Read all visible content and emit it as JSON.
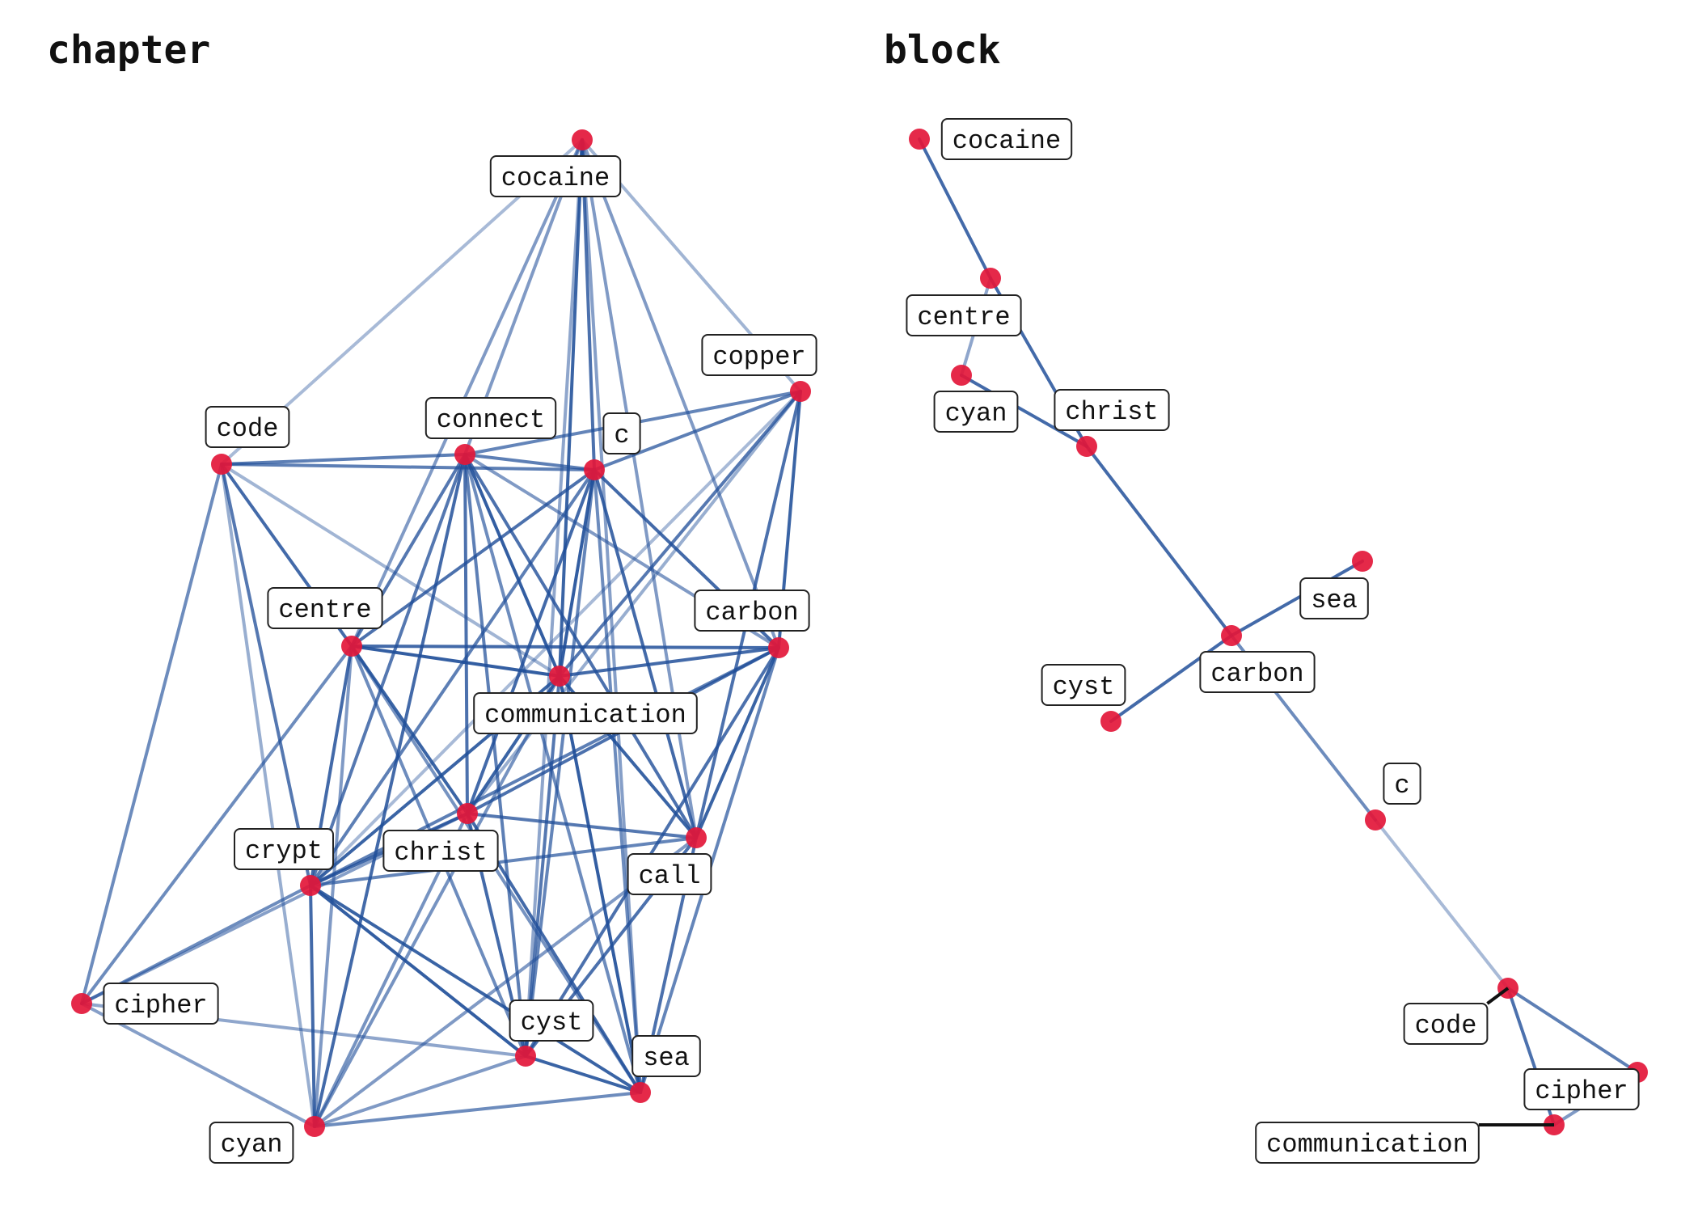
{
  "panels": [
    {
      "title": "chapter",
      "nodes": [
        {
          "id": "cocaine",
          "label": "cocaine"
        },
        {
          "id": "copper",
          "label": "copper"
        },
        {
          "id": "code",
          "label": "code"
        },
        {
          "id": "connect",
          "label": "connect"
        },
        {
          "id": "c",
          "label": "c"
        },
        {
          "id": "centre",
          "label": "centre"
        },
        {
          "id": "carbon",
          "label": "carbon"
        },
        {
          "id": "communication",
          "label": "communication"
        },
        {
          "id": "christ",
          "label": "christ"
        },
        {
          "id": "crypt",
          "label": "crypt"
        },
        {
          "id": "call",
          "label": "call"
        },
        {
          "id": "cipher",
          "label": "cipher"
        },
        {
          "id": "cyst",
          "label": "cyst"
        },
        {
          "id": "sea",
          "label": "sea"
        },
        {
          "id": "cyan",
          "label": "cyan"
        }
      ],
      "edges": [
        {
          "source": "cocaine",
          "target": "code",
          "weight": 0.25
        },
        {
          "source": "cocaine",
          "target": "connect",
          "weight": 0.5
        },
        {
          "source": "cocaine",
          "target": "communication",
          "weight": 0.9
        },
        {
          "source": "cocaine",
          "target": "centre",
          "weight": 0.5
        },
        {
          "source": "cocaine",
          "target": "c",
          "weight": 0.8
        },
        {
          "source": "cocaine",
          "target": "copper",
          "weight": 0.3
        },
        {
          "source": "cocaine",
          "target": "carbon",
          "weight": 0.5
        },
        {
          "source": "cocaine",
          "target": "cyst",
          "weight": 0.4
        },
        {
          "source": "cocaine",
          "target": "sea",
          "weight": 0.45
        },
        {
          "source": "cocaine",
          "target": "call",
          "weight": 0.5
        },
        {
          "source": "code",
          "target": "connect",
          "weight": 0.7
        },
        {
          "source": "code",
          "target": "c",
          "weight": 0.7
        },
        {
          "source": "code",
          "target": "centre",
          "weight": 0.85
        },
        {
          "source": "code",
          "target": "crypt",
          "weight": 0.75
        },
        {
          "source": "code",
          "target": "cipher",
          "weight": 0.6
        },
        {
          "source": "code",
          "target": "communication",
          "weight": 0.3
        },
        {
          "source": "code",
          "target": "cyan",
          "weight": 0.35
        },
        {
          "source": "connect",
          "target": "c",
          "weight": 0.7
        },
        {
          "source": "connect",
          "target": "centre",
          "weight": 0.75
        },
        {
          "source": "connect",
          "target": "communication",
          "weight": 0.95
        },
        {
          "source": "connect",
          "target": "christ",
          "weight": 0.8
        },
        {
          "source": "connect",
          "target": "crypt",
          "weight": 0.75
        },
        {
          "source": "connect",
          "target": "carbon",
          "weight": 0.5
        },
        {
          "source": "connect",
          "target": "cyst",
          "weight": 0.7
        },
        {
          "source": "connect",
          "target": "sea",
          "weight": 0.6
        },
        {
          "source": "connect",
          "target": "call",
          "weight": 0.8
        },
        {
          "source": "connect",
          "target": "cyan",
          "weight": 0.85
        },
        {
          "source": "connect",
          "target": "copper",
          "weight": 0.65
        },
        {
          "source": "c",
          "target": "copper",
          "weight": 0.7
        },
        {
          "source": "c",
          "target": "centre",
          "weight": 0.8
        },
        {
          "source": "c",
          "target": "communication",
          "weight": 0.95
        },
        {
          "source": "c",
          "target": "carbon",
          "weight": 0.85
        },
        {
          "source": "c",
          "target": "christ",
          "weight": 0.85
        },
        {
          "source": "c",
          "target": "call",
          "weight": 0.85
        },
        {
          "source": "c",
          "target": "cyst",
          "weight": 0.65
        },
        {
          "source": "c",
          "target": "sea",
          "weight": 0.6
        },
        {
          "source": "c",
          "target": "crypt",
          "weight": 0.7
        },
        {
          "source": "copper",
          "target": "carbon",
          "weight": 0.9
        },
        {
          "source": "copper",
          "target": "communication",
          "weight": 0.75
        },
        {
          "source": "copper",
          "target": "call",
          "weight": 0.8
        },
        {
          "source": "copper",
          "target": "christ",
          "weight": 0.35
        },
        {
          "source": "copper",
          "target": "crypt",
          "weight": 0.25
        },
        {
          "source": "centre",
          "target": "carbon",
          "weight": 0.85
        },
        {
          "source": "centre",
          "target": "communication",
          "weight": 0.95
        },
        {
          "source": "centre",
          "target": "christ",
          "weight": 0.9
        },
        {
          "source": "centre",
          "target": "crypt",
          "weight": 0.85
        },
        {
          "source": "centre",
          "target": "cipher",
          "weight": 0.6
        },
        {
          "source": "centre",
          "target": "cyan",
          "weight": 0.5
        },
        {
          "source": "centre",
          "target": "sea",
          "weight": 0.55
        },
        {
          "source": "centre",
          "target": "cyst",
          "weight": 0.6
        },
        {
          "source": "carbon",
          "target": "communication",
          "weight": 0.85
        },
        {
          "source": "carbon",
          "target": "call",
          "weight": 0.9
        },
        {
          "source": "carbon",
          "target": "christ",
          "weight": 0.8
        },
        {
          "source": "carbon",
          "target": "crypt",
          "weight": 0.7
        },
        {
          "source": "carbon",
          "target": "cyst",
          "weight": 0.8
        },
        {
          "source": "carbon",
          "target": "sea",
          "weight": 0.65
        },
        {
          "source": "communication",
          "target": "christ",
          "weight": 0.9
        },
        {
          "source": "communication",
          "target": "crypt",
          "weight": 0.9
        },
        {
          "source": "communication",
          "target": "call",
          "weight": 0.9
        },
        {
          "source": "communication",
          "target": "cyst",
          "weight": 0.75
        },
        {
          "source": "communication",
          "target": "sea",
          "weight": 0.95
        },
        {
          "source": "communication",
          "target": "cyan",
          "weight": 0.55
        },
        {
          "source": "christ",
          "target": "crypt",
          "weight": 0.85
        },
        {
          "source": "christ",
          "target": "call",
          "weight": 0.75
        },
        {
          "source": "christ",
          "target": "cyst",
          "weight": 0.85
        },
        {
          "source": "christ",
          "target": "sea",
          "weight": 0.85
        },
        {
          "source": "christ",
          "target": "cyan",
          "weight": 0.55
        },
        {
          "source": "christ",
          "target": "cipher",
          "weight": 0.45
        },
        {
          "source": "crypt",
          "target": "call",
          "weight": 0.65
        },
        {
          "source": "crypt",
          "target": "cipher",
          "weight": 0.6
        },
        {
          "source": "crypt",
          "target": "cyst",
          "weight": 0.95
        },
        {
          "source": "crypt",
          "target": "sea",
          "weight": 0.9
        },
        {
          "source": "crypt",
          "target": "cyan",
          "weight": 0.85
        },
        {
          "source": "call",
          "target": "cyst",
          "weight": 0.8
        },
        {
          "source": "call",
          "target": "sea",
          "weight": 0.8
        },
        {
          "source": "call",
          "target": "cyan",
          "weight": 0.5
        },
        {
          "source": "cipher",
          "target": "cyan",
          "weight": 0.45
        },
        {
          "source": "cipher",
          "target": "cyst",
          "weight": 0.4
        },
        {
          "source": "cyst",
          "target": "sea",
          "weight": 0.9
        },
        {
          "source": "cyst",
          "target": "cyan",
          "weight": 0.5
        },
        {
          "source": "sea",
          "target": "cyan",
          "weight": 0.6
        }
      ]
    },
    {
      "title": "block",
      "nodes": [
        {
          "id": "cocaine",
          "label": "cocaine"
        },
        {
          "id": "centre",
          "label": "centre"
        },
        {
          "id": "cyan",
          "label": "cyan"
        },
        {
          "id": "christ",
          "label": "christ"
        },
        {
          "id": "sea",
          "label": "sea"
        },
        {
          "id": "carbon",
          "label": "carbon"
        },
        {
          "id": "cyst",
          "label": "cyst"
        },
        {
          "id": "c",
          "label": "c"
        },
        {
          "id": "code",
          "label": "code"
        },
        {
          "id": "cipher",
          "label": "cipher"
        },
        {
          "id": "communication",
          "label": "communication"
        }
      ],
      "edges": [
        {
          "source": "cocaine",
          "target": "centre",
          "weight": 0.85
        },
        {
          "source": "centre",
          "target": "christ",
          "weight": 0.85
        },
        {
          "source": "centre",
          "target": "cyan",
          "weight": 0.4
        },
        {
          "source": "cyan",
          "target": "christ",
          "weight": 0.85
        },
        {
          "source": "christ",
          "target": "carbon",
          "weight": 0.85
        },
        {
          "source": "carbon",
          "target": "sea",
          "weight": 0.85
        },
        {
          "source": "carbon",
          "target": "cyst",
          "weight": 0.85
        },
        {
          "source": "carbon",
          "target": "c",
          "weight": 0.6
        },
        {
          "source": "c",
          "target": "code",
          "weight": 0.25
        },
        {
          "source": "code",
          "target": "cipher",
          "weight": 0.7
        },
        {
          "source": "code",
          "target": "communication",
          "weight": 0.8
        },
        {
          "source": "cipher",
          "target": "communication",
          "weight": 0.5
        }
      ]
    }
  ],
  "colors": {
    "edge": "#1f4e99",
    "node": "#e3173a",
    "label_border": "#222222",
    "title": "#111111"
  }
}
